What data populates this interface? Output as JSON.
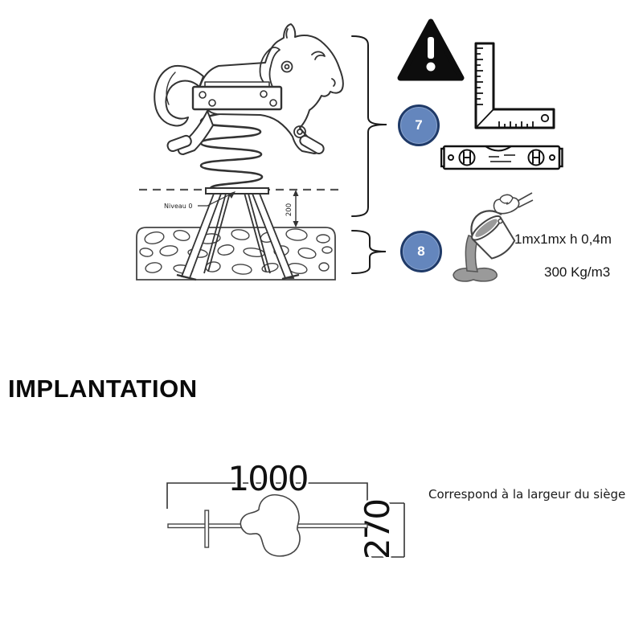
{
  "document": {
    "heading": "IMPLANTATION",
    "caption": "Correspond à la largeur du siège"
  },
  "side_view": {
    "level_label": "Niveau 0",
    "anchor_depth": "200"
  },
  "steps": {
    "step7": {
      "number": "7",
      "tools": [
        "warning-triangle-icon",
        "carpenter-square-icon",
        "spirit-level-icon"
      ]
    },
    "step8": {
      "number": "8",
      "tools": [
        "concrete-pour-icon"
      ],
      "spec_volume": "1mx1mx h 0,4m",
      "spec_density": "300 Kg/m3"
    }
  },
  "top_view": {
    "width_dim": "1000",
    "seat_width_dim": "270"
  },
  "colors": {
    "step_badge_fill": "#6486bd",
    "step_badge_border": "#1f3a68",
    "line": "#333333",
    "concrete_gray": "#9a9a9a",
    "icon_black": "#0d0d0d"
  }
}
